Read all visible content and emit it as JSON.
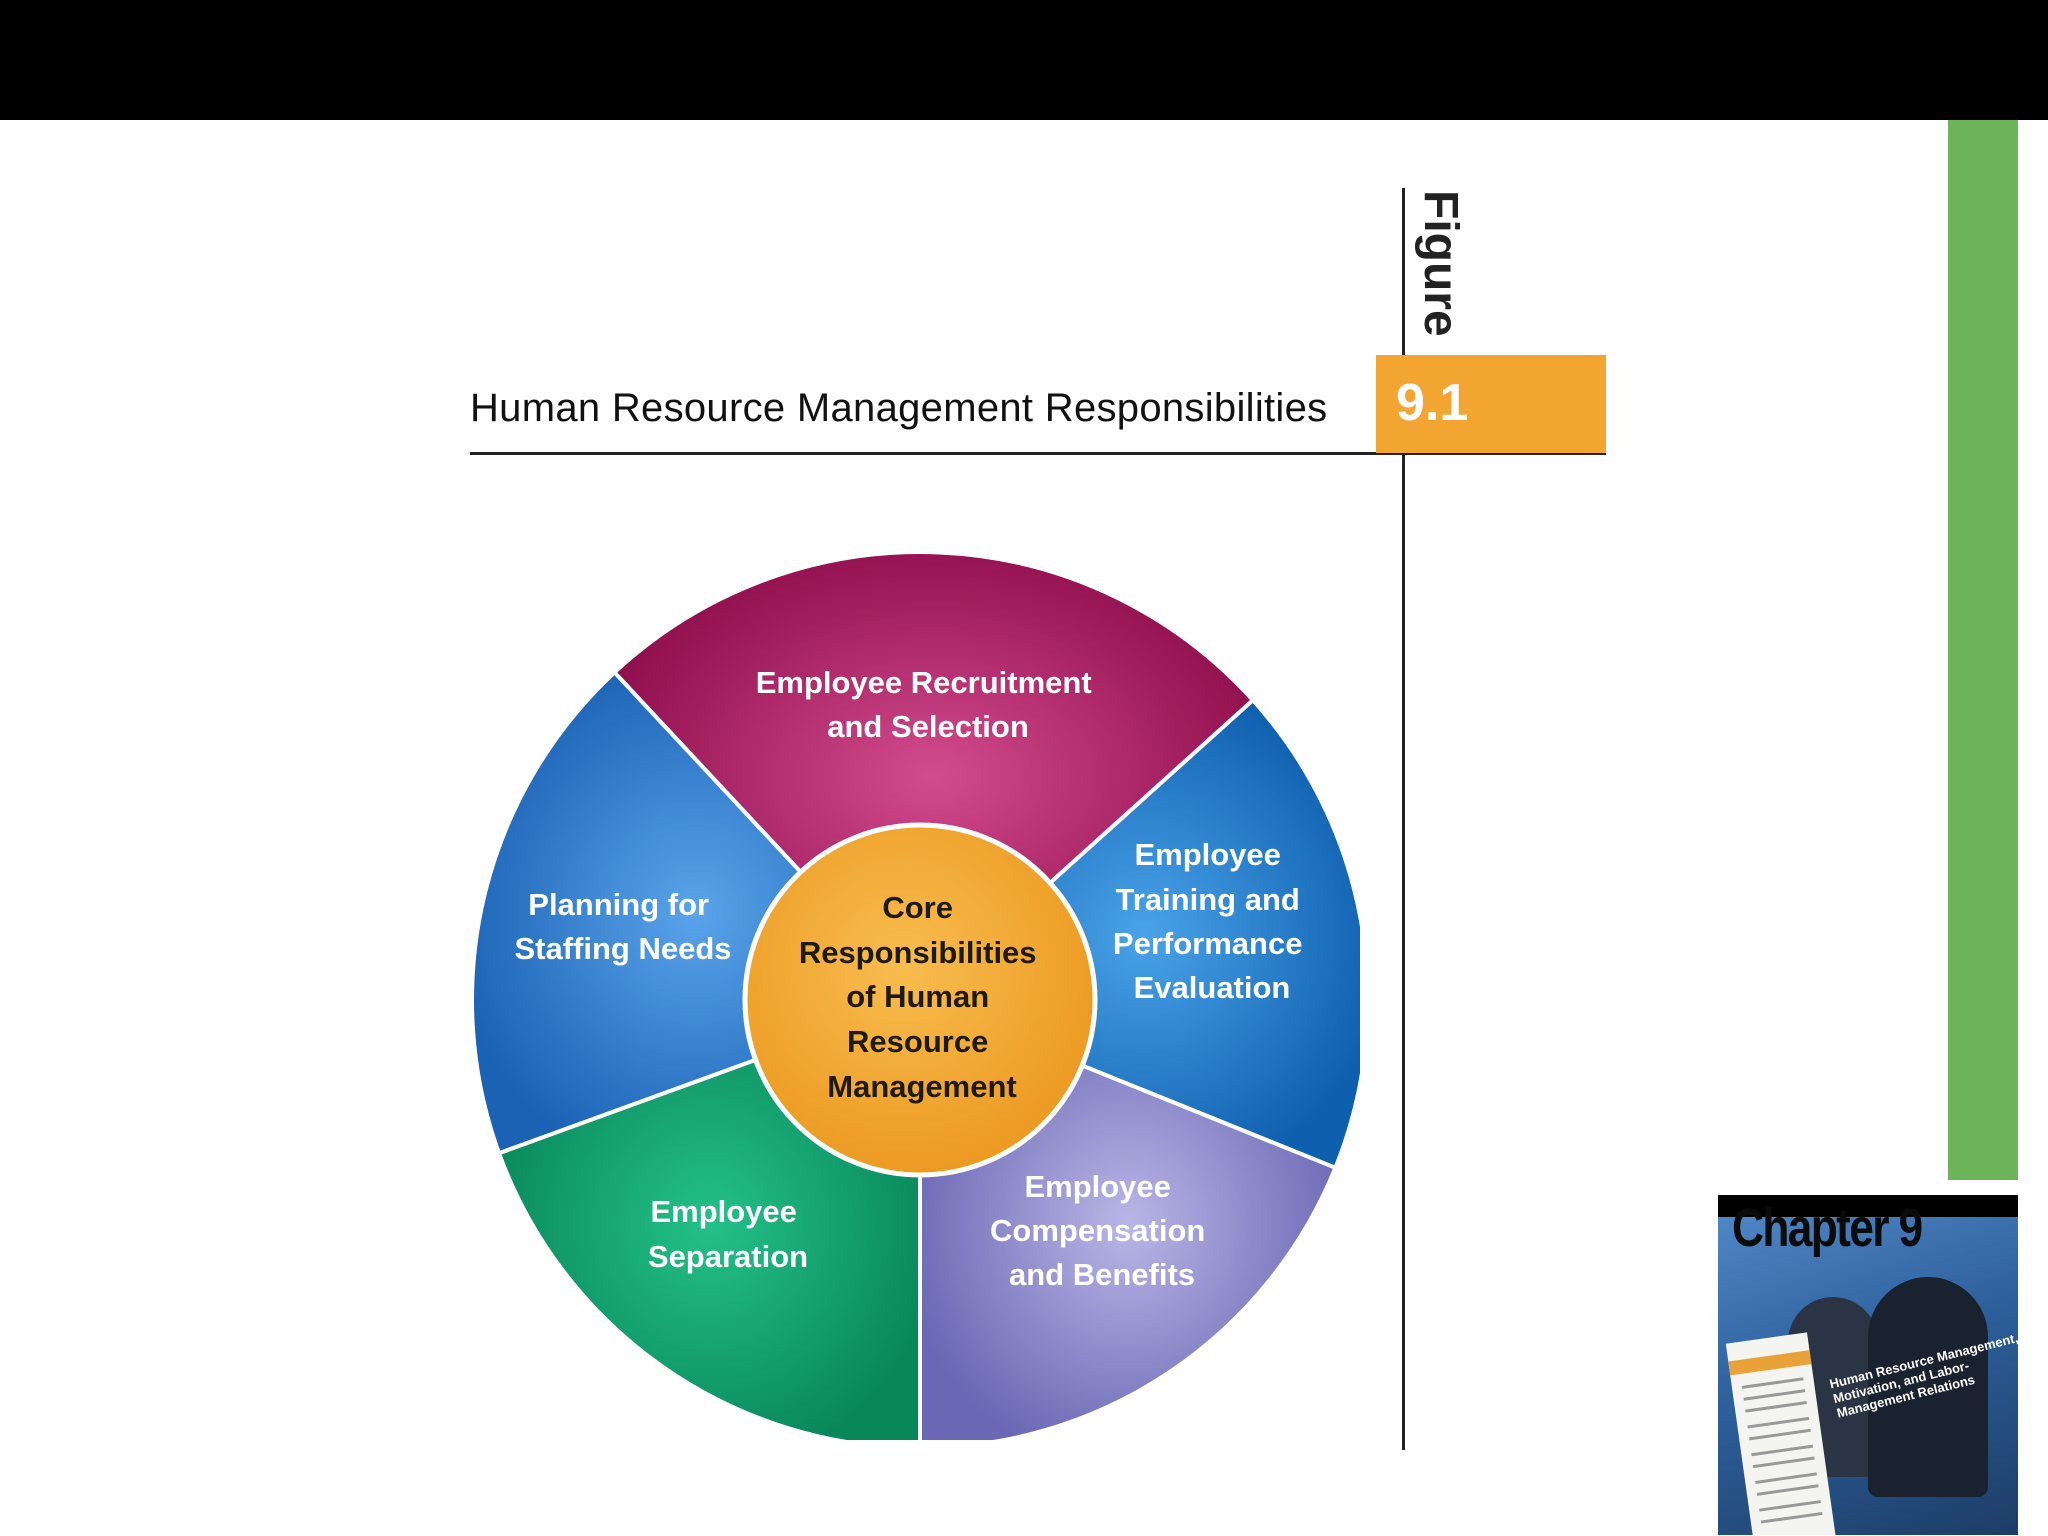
{
  "slide": {
    "title": "Human Resource Management Responsibilities",
    "figure_word": "Figure",
    "figure_number": "9.1"
  },
  "diagram": {
    "center_lines": [
      "Core",
      "Responsibilities",
      "of Human",
      "Resource",
      "Management"
    ],
    "segments": [
      {
        "name": "recruitment",
        "lines": [
          "Employee Recruitment",
          "and Selection"
        ],
        "color": "#a3165a"
      },
      {
        "name": "training",
        "lines": [
          "Employee",
          "Training and",
          "Performance",
          "Evaluation"
        ],
        "color": "#1a6fc0"
      },
      {
        "name": "compensation",
        "lines": [
          "Employee",
          "Compensation",
          "and Benefits"
        ],
        "color": "#7e7cc4"
      },
      {
        "name": "separation",
        "lines": [
          "Employee",
          "Separation"
        ],
        "color": "#0e9a6a"
      },
      {
        "name": "planning",
        "lines": [
          "Planning for",
          "Staffing Needs"
        ],
        "color": "#2e78c8"
      }
    ],
    "center_color": "#f2a531"
  },
  "thumbnail": {
    "title": "Chapter 9",
    "subtitle": "Human Resource Management, Motivation, and Labor-Management Relations",
    "accent": "#e9a23a"
  },
  "colors": {
    "top_bar": "#000000",
    "green_bar": "#6db35a",
    "figure_box": "#f2a531"
  }
}
